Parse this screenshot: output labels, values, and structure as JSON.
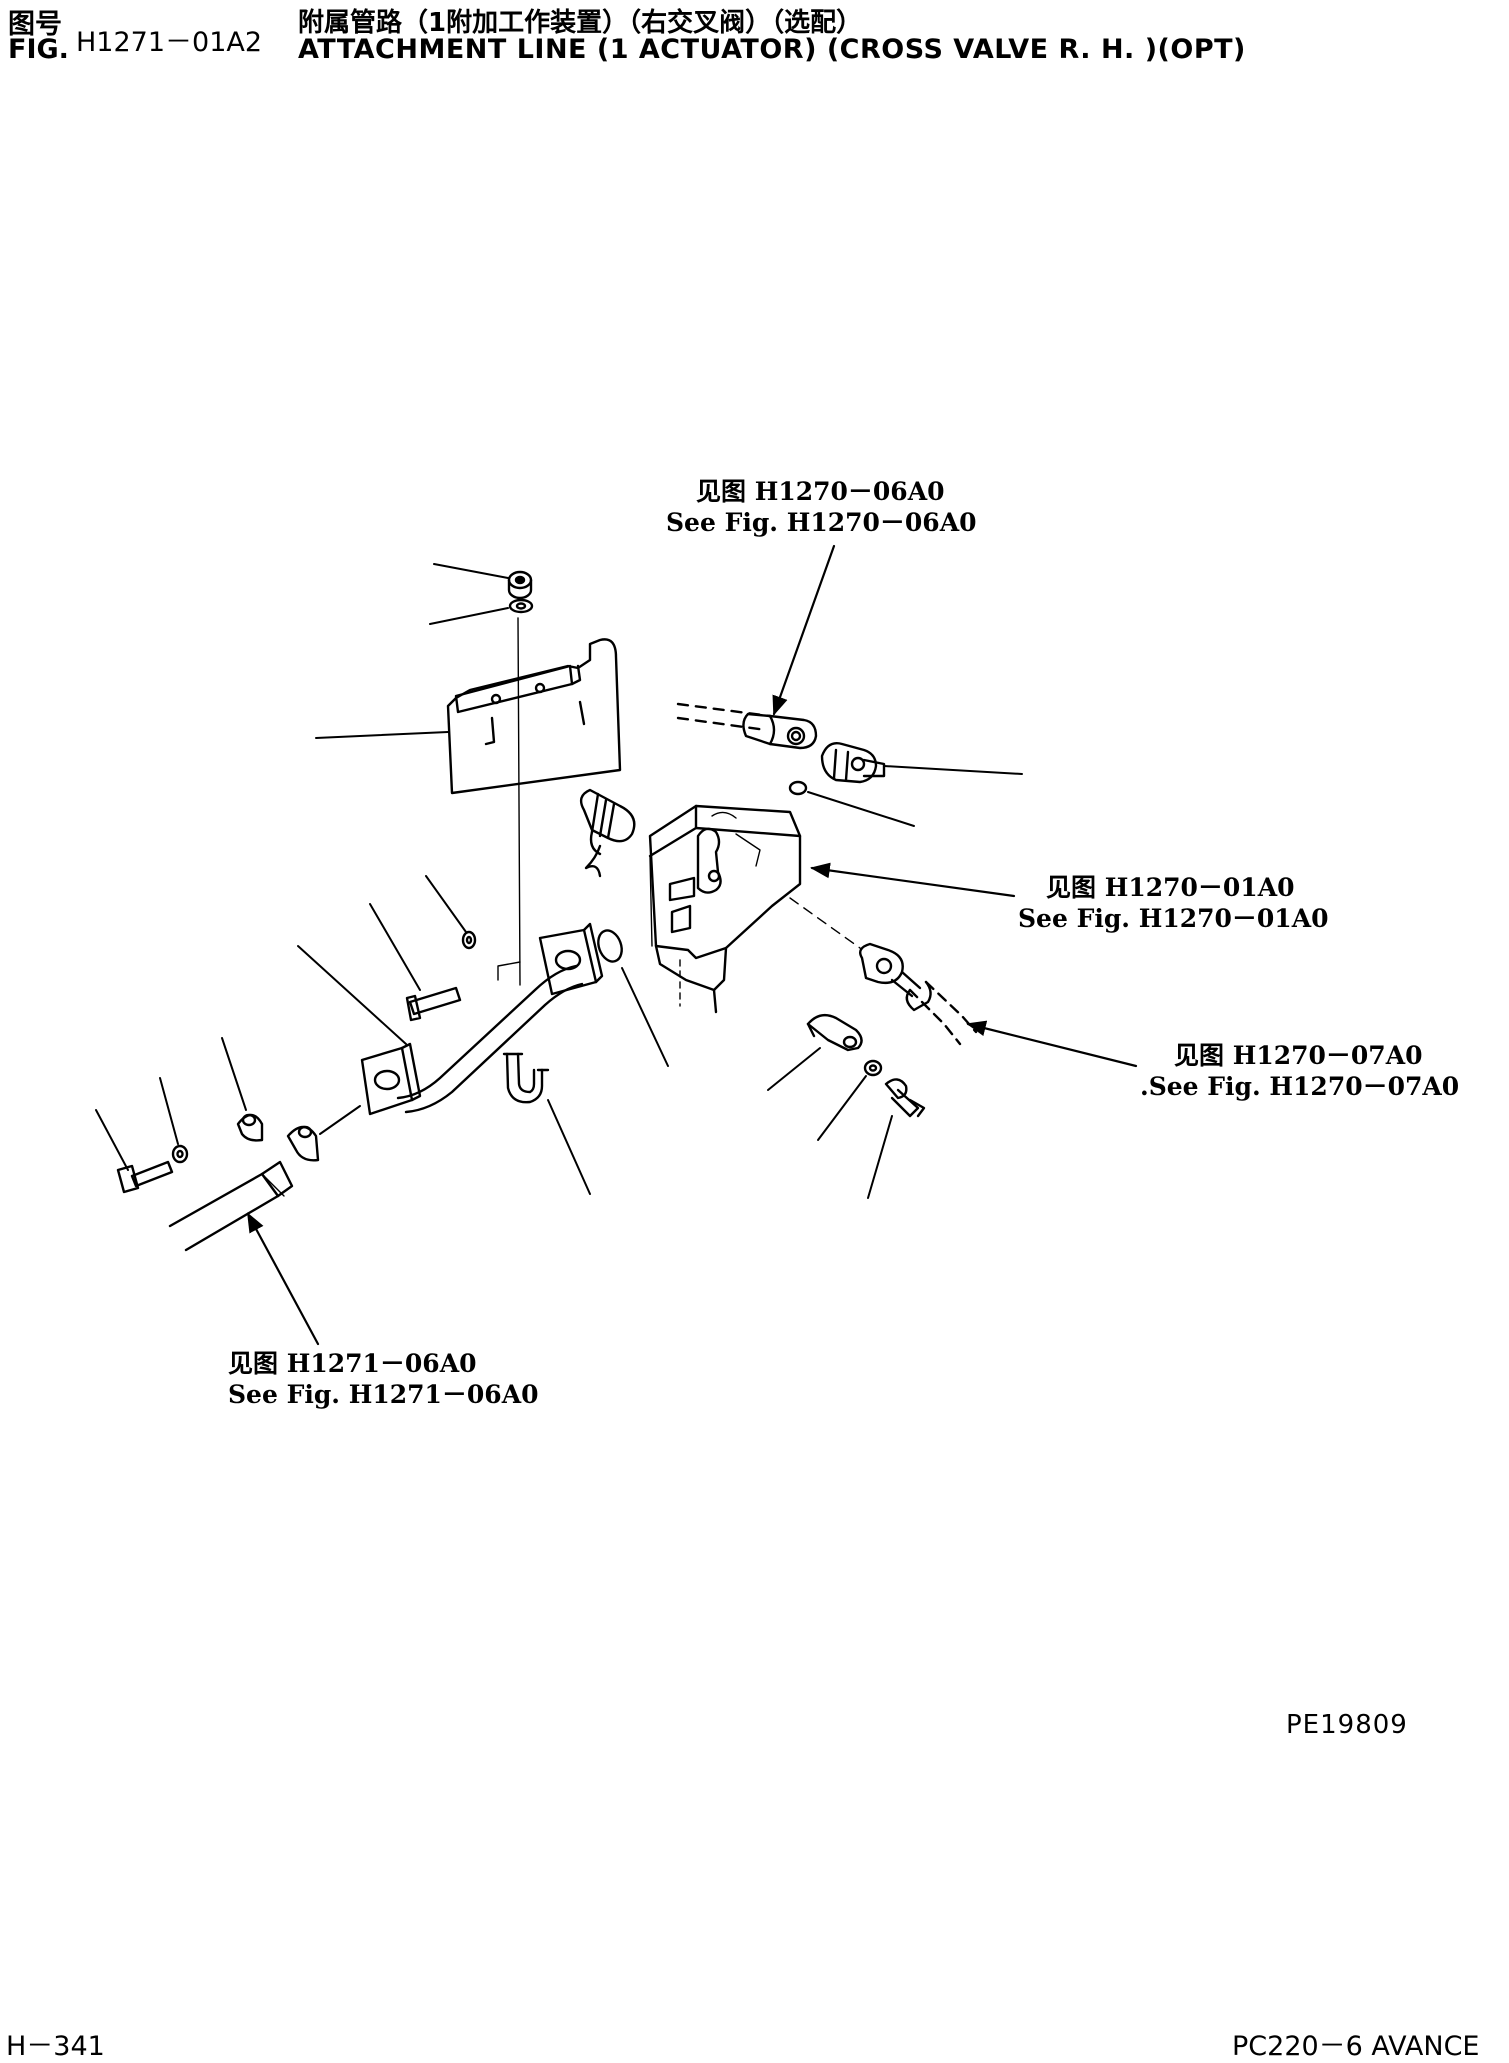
{
  "header": {
    "fig_label_cn": "图号",
    "fig_label_en": "FIG.",
    "fig_number": "H1271－01A2",
    "title_cn": "附属管路（1附加工作装置）（右交叉阀）（选配）",
    "title_en": "ATTACHMENT LINE (1 ACTUATOR) (CROSS VALVE R. H. )(OPT)"
  },
  "references": [
    {
      "cn": "见图 H1270－06A0",
      "en": "See Fig. H1270－06A0"
    },
    {
      "cn": "见图 H1270－01A0",
      "en": "See Fig. H1270－01A0"
    },
    {
      "cn": "见图 H1270－07A0",
      "en": ".See Fig. H1270－07A0"
    },
    {
      "cn": "见图 H1271－06A0",
      "en": "See Fig. H1271－06A0"
    }
  ],
  "drawing_code": "PE19809",
  "footer": {
    "page": "H－341",
    "model": "PC220－6 AVANCE"
  }
}
